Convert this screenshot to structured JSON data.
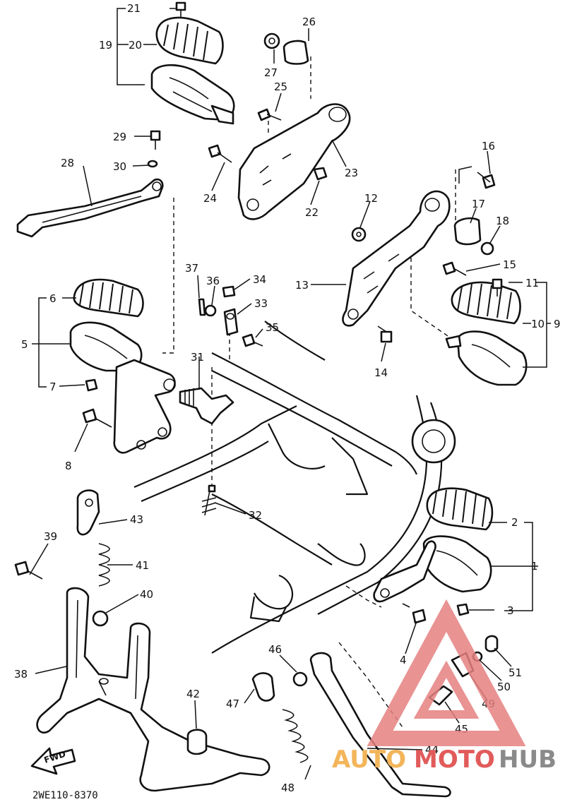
{
  "diagram": {
    "drawing_code": "2WE110-8370",
    "direction_marker": "FWD",
    "watermark": {
      "auto": "AUTO",
      "moto": "MOTO",
      "hub": "HUB",
      "colors": {
        "auto": "#f3b55a",
        "moto": "#e25b5b",
        "hub": "#8a8a8a",
        "triangle": "#e58080"
      }
    },
    "part_numbers": [
      "1",
      "2",
      "3",
      "4",
      "5",
      "6",
      "7",
      "8",
      "9",
      "10",
      "11",
      "12",
      "13",
      "14",
      "15",
      "16",
      "17",
      "18",
      "19",
      "20",
      "21",
      "22",
      "23",
      "24",
      "25",
      "26",
      "27",
      "28",
      "29",
      "30",
      "31",
      "32",
      "33",
      "34",
      "35",
      "36",
      "37",
      "38",
      "39",
      "40",
      "41",
      "42",
      "43",
      "44",
      "45",
      "46",
      "47",
      "48",
      "49",
      "50",
      "51"
    ]
  }
}
